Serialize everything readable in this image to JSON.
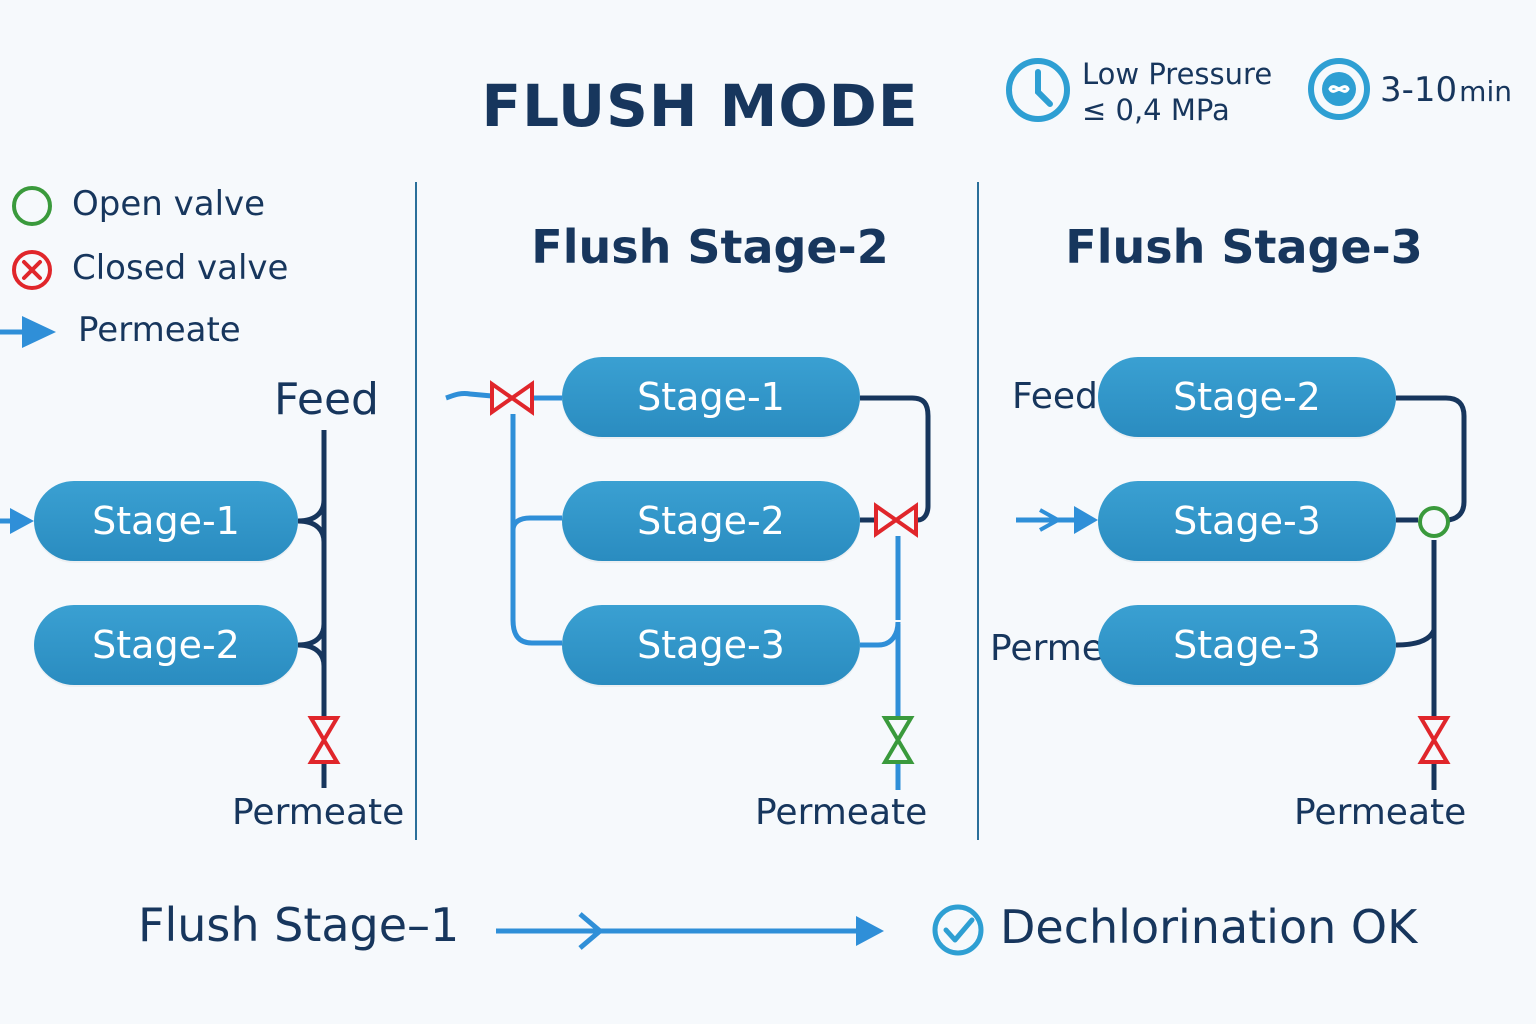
{
  "header": {
    "title": "FLUSH MODE",
    "pressure_line1": "Low Pressure",
    "pressure_line2": "≤ 0,4 MPa",
    "duration_value": "3-10",
    "duration_unit": "min"
  },
  "legend": {
    "open_valve": "Open valve",
    "closed_valve": "Closed valve",
    "permeate": "Permeate"
  },
  "panel1": {
    "feed_label": "Feed",
    "vessels": [
      "Stage-1",
      "Stage-2"
    ],
    "permeate_label": "Permeate"
  },
  "panel2": {
    "title": "Flush Stage-2",
    "vessels": [
      "Stage-1",
      "Stage-2",
      "Stage-3"
    ],
    "permeate_label": "Permeate"
  },
  "panel3": {
    "title": "Flush Stage-3",
    "feed_label": "Feed",
    "perme_label": "Perme",
    "vessels": [
      "Stage-2",
      "Stage-3",
      "Stage-3"
    ],
    "permeate_label": "Permeate"
  },
  "footer": {
    "stage_label": "Flush Stage–1",
    "status_label": "Dechlorination OK"
  },
  "colors": {
    "navy": "#17365d",
    "vessel_blue": "#2f95c8",
    "pipe_blue": "#2f8fd8",
    "closed_red": "#e0262b",
    "open_green": "#3a9a3c"
  },
  "icons": {
    "pressure": "gauge-icon",
    "duration": "timer-icon",
    "status": "check-circle-icon"
  }
}
